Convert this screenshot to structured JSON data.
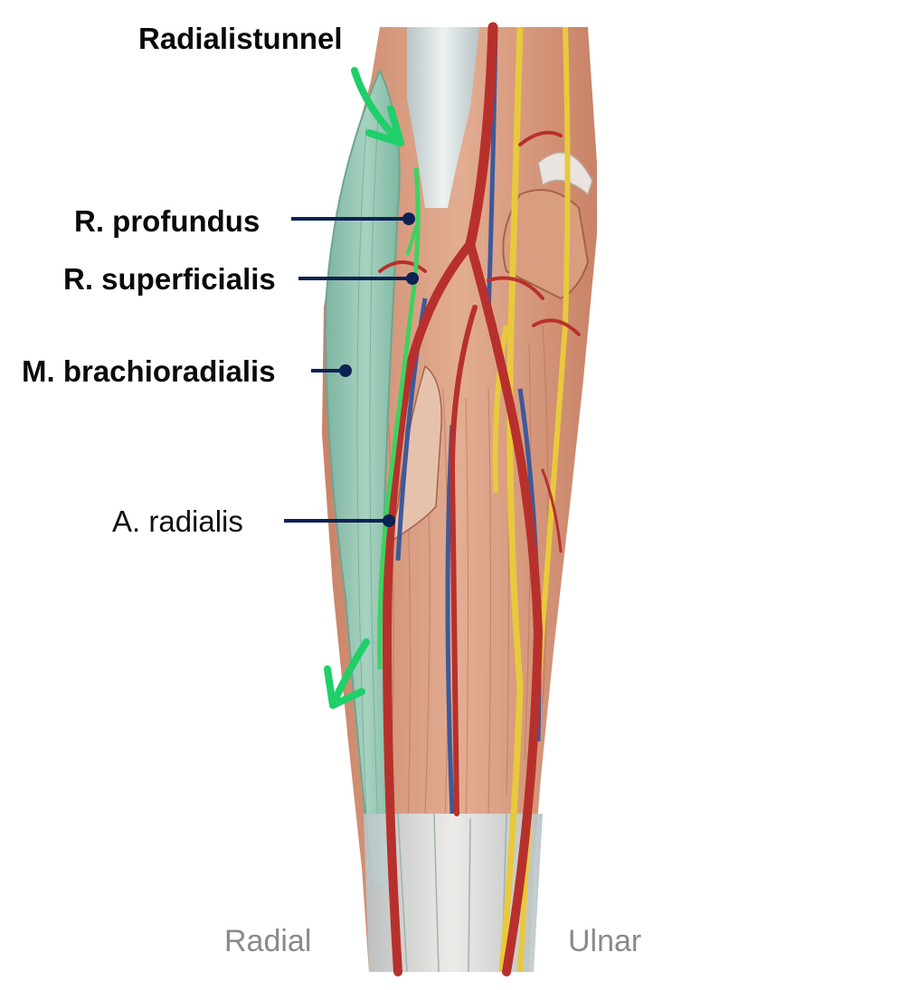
{
  "labels": {
    "radialistunnel": "Radialistunnel",
    "r_profundus": "R. profundus",
    "r_superficialis": "R. superficialis",
    "m_brachioradialis": "M. brachioradialis",
    "a_radialis": "A. radialis",
    "radial": "Radial",
    "ulnar": "Ulnar"
  },
  "colors": {
    "leader_line": "#0d2154",
    "highlight_nerve": "#3fd160",
    "arrow": "#1fcf6a",
    "brachioradialis": "#8dbfaa",
    "muscle": "#d79a7c",
    "artery": "#b8302c",
    "vein": "#3d5a9a",
    "nerve": "#e8c93c",
    "tendon": "#dfe5e6"
  }
}
